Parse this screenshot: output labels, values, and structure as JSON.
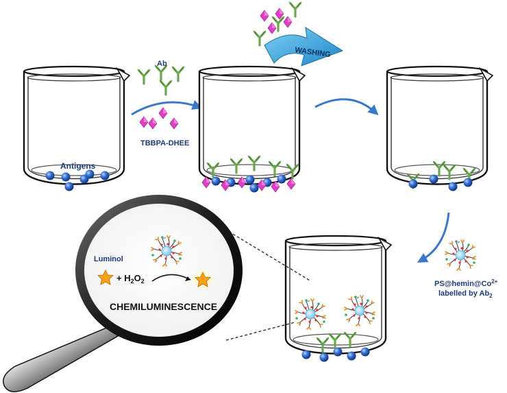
{
  "labels": {
    "ab": "Ab",
    "tbbpa": "TBBPA-DHEE",
    "antigens": "Antigens",
    "washing": "WASHING",
    "ps_line1": "PS@hemin@Co",
    "ps_sup": "2+",
    "ps_line2": "labelled by Ab",
    "ps_sub": "2",
    "luminol": "Luminol",
    "h2o2_plus": "+ H",
    "h2o2_sub": "2",
    "h2o2_o": "O",
    "h2o2_sub2": "2",
    "chemi": "CHEMILUMINESCENCE"
  },
  "colors": {
    "antigen": "#2f6fd6",
    "antibody": "#6aa84f",
    "tbbpa": "#e040c8",
    "arrow": "#3a78c9",
    "washing": "#2b9fd8",
    "label_blue": "#1a3a7a",
    "star": "#f7a21b"
  }
}
